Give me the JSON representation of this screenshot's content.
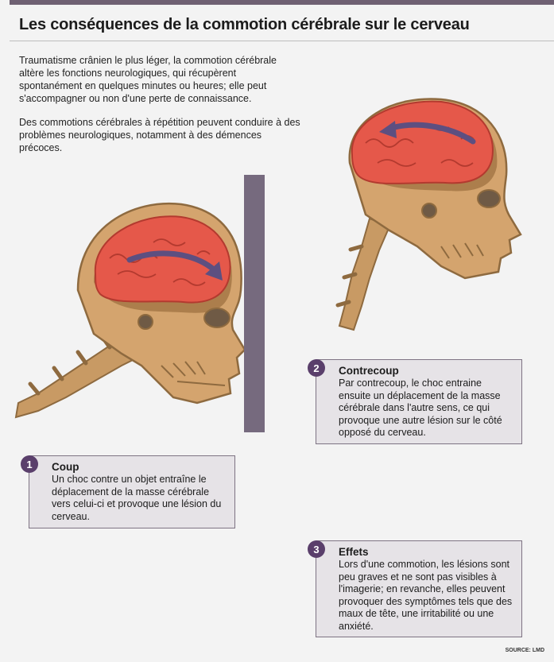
{
  "title": "Les conséquences de la commotion cérébrale sur le cerveau",
  "intro": {
    "p1": "Traumatisme crânien le plus léger, la commotion cérébrale altère les fonctions neurologiques, qui récupèrent spontanément en quelques minutes ou heures; elle peut s'accompagner ou non d'une perte de connaissance.",
    "p2": "Des commotions cérébrales à répétition peuvent conduire à des problèmes neurologiques, notamment à des démences précoces."
  },
  "steps": [
    {
      "number": "1",
      "heading": "Coup",
      "text": "Un choc contre un objet entraîne le déplacement de la masse cérébrale vers celui-ci et provoque une lésion du cerveau."
    },
    {
      "number": "2",
      "heading": "Contrecoup",
      "text": "Par contrecoup, le choc entraine ensuite un déplacement de la masse cérébrale dans l'autre sens, ce qui provoque une autre lésion sur le côté opposé du cerveau."
    },
    {
      "number": "3",
      "heading": "Effets",
      "text": "Lors d'une commotion, les lésions sont peu graves et ne sont pas visibles à l'imagerie; en revanche, elles peuvent provoquer des symptômes tels que des maux de tête, une irritabilité ou une anxiété."
    }
  ],
  "source": "SOURCE: LMD",
  "colors": {
    "bone": "#d4a46e",
    "bone_dark": "#a77a48",
    "brain": "#e5584a",
    "wall": "#766a7e",
    "arrow": "#5d4f80",
    "badge": "#5a3f6b"
  },
  "icons": [
    "skull-brain-illustration",
    "motion-arrow",
    "wall-block"
  ]
}
